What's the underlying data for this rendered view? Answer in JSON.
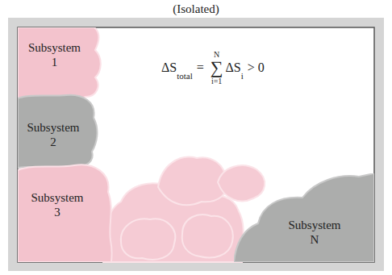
{
  "diagram": {
    "nodes": [
      {
        "text": [
          "(Isolated)"
        ]
      },
      {
        "text": [
          "Subsystem 1"
        ],
        "in": 0
      },
      {
        "text": [
          "Subsystem 2"
        ],
        "in": 0
      },
      {
        "text": [
          "Subsystem 3"
        ],
        "in": 0
      },
      {
        "text": [
          "Subsystem N"
        ],
        "in": 0
      }
    ],
    "labels": [
      "ΔS",
      "total",
      "=",
      "N",
      "∑",
      "i=1",
      "ΔS",
      "i",
      "> 0"
    ]
  }
}
